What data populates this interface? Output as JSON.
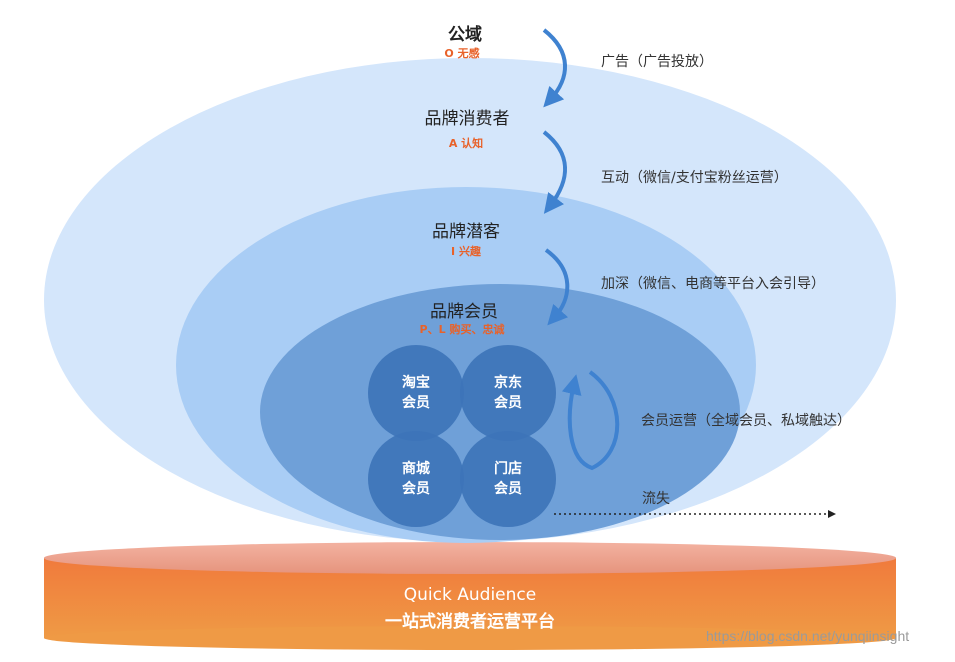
{
  "stages": [
    {
      "title": "公域",
      "sub": "O 无感",
      "action": "广告（广告投放）"
    },
    {
      "title": "品牌消费者",
      "sub": "A 认知",
      "action": "互动（微信/支付宝粉丝运营）"
    },
    {
      "title": "品牌潜客",
      "sub": "I 兴趣",
      "action": "加深（微信、电商等平台入会引导）"
    },
    {
      "title": "品牌会员",
      "sub": "P、L 购买、忠诚",
      "action": "会员运营（全域会员、私域触达）"
    }
  ],
  "members": [
    {
      "line1": "淘宝",
      "line2": "会员"
    },
    {
      "line1": "京东",
      "line2": "会员"
    },
    {
      "line1": "商城",
      "line2": "会员"
    },
    {
      "line1": "门店",
      "line2": "会员"
    }
  ],
  "churn_label": "流失",
  "platform": {
    "name_en": "Quick Audience",
    "name_zh": "一站式消费者运营平台"
  },
  "watermark": "https://blog.csdn.net/yunqiinsight",
  "colors": {
    "ellipse_outer": "#d4e6fb",
    "ellipse_2": "#a9cdf5",
    "ellipse_3": "#6fa0d8",
    "member_circle": "#3d74b8",
    "arrow": "#3f82d0",
    "accent_orange": "#e8622a",
    "platform_top": "#e8a08a",
    "platform_body": "#ea6a34"
  }
}
